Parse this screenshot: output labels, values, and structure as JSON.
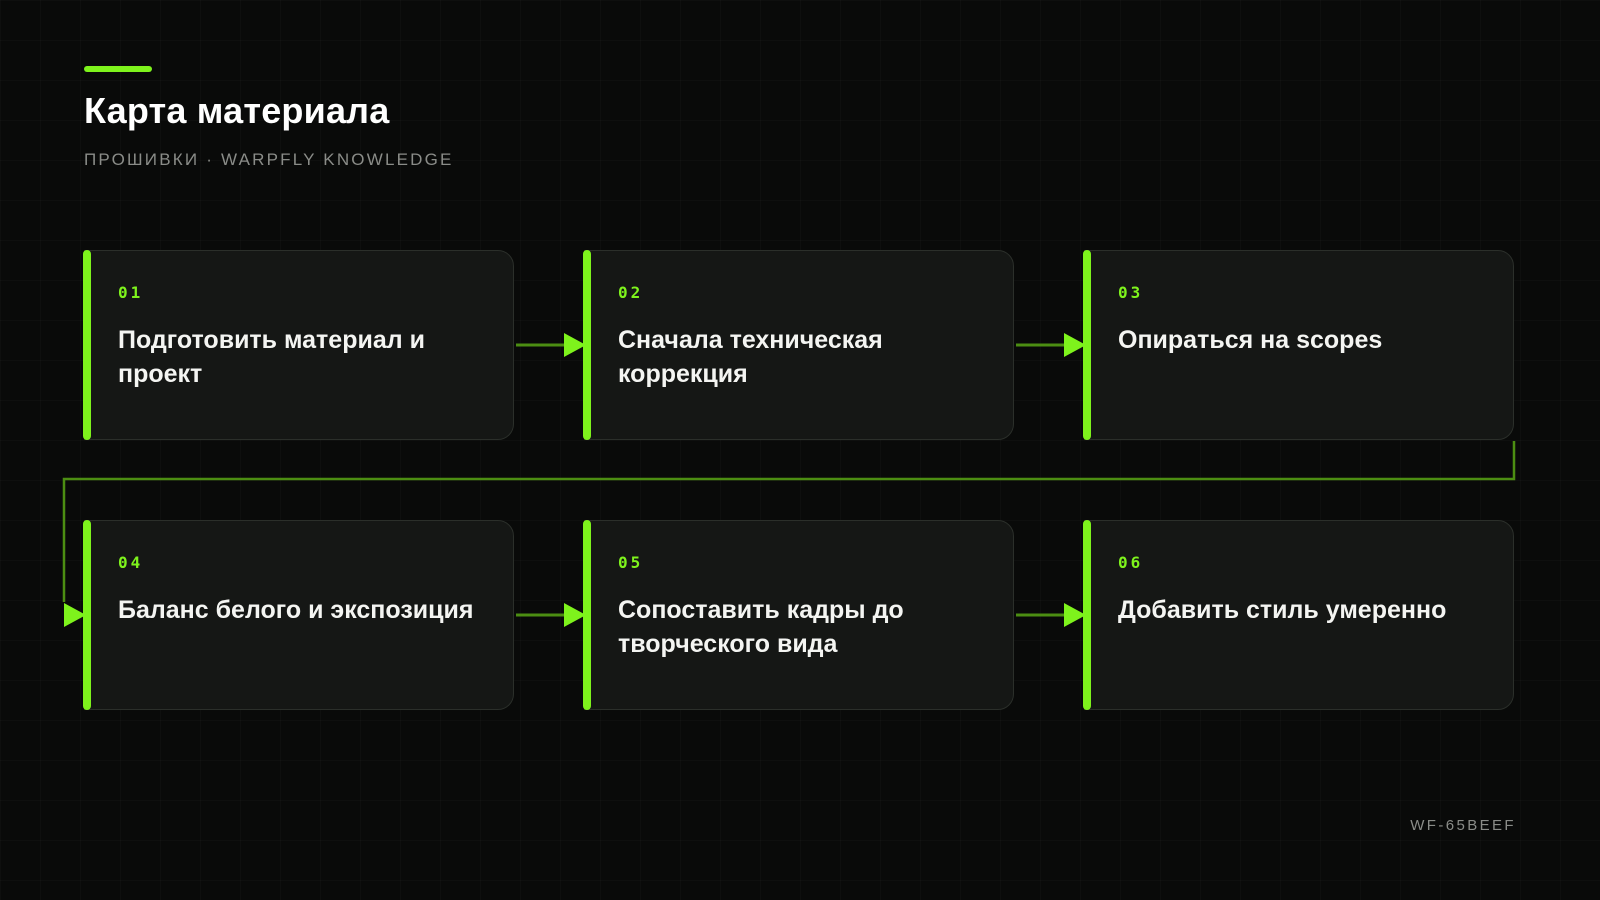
{
  "header": {
    "title": "Карта материала",
    "subtitle": "ПРОШИВКИ · WARPFLY KNOWLEDGE"
  },
  "steps": [
    {
      "number": "01",
      "label": "Подготовить материал и проект"
    },
    {
      "number": "02",
      "label": "Сначала техническая коррекция"
    },
    {
      "number": "03",
      "label": "Опираться на scopes"
    },
    {
      "number": "04",
      "label": "Баланс белого и экспозиция"
    },
    {
      "number": "05",
      "label": "Сопоставить кадры до творческого вида"
    },
    {
      "number": "06",
      "label": "Добавить стиль умеренно"
    }
  ],
  "footer": {
    "code": "WF-65BEEF"
  },
  "colors": {
    "background": "#090a09",
    "accent": "#7ef31c",
    "connector": "#4c8e12",
    "card": "#151715",
    "text": "#f4f5f2",
    "muted": "#8a8c88"
  }
}
